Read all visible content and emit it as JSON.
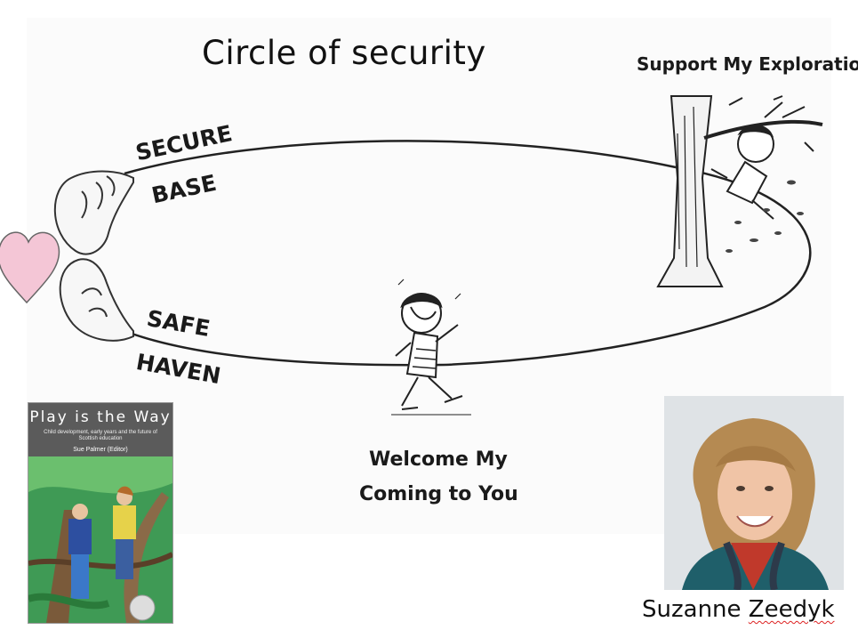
{
  "title": "Circle of security",
  "diagram": {
    "secure_label": "SECURE",
    "base_label": "BASE",
    "safe_label": "SAFE",
    "haven_label": "HAVEN",
    "explore_label": "Support My Exploration",
    "welcome_line1": "Welcome My",
    "welcome_line2": "Coming to You",
    "heart_color": "#f4c6d6"
  },
  "book": {
    "title": "Play is the Way",
    "subtitle": "Child development, early years and the future of Scottish education",
    "editor": "Sue Palmer (Editor)"
  },
  "photo": {
    "caption_first": "Suzanne",
    "caption_last": "Zeedyk"
  }
}
